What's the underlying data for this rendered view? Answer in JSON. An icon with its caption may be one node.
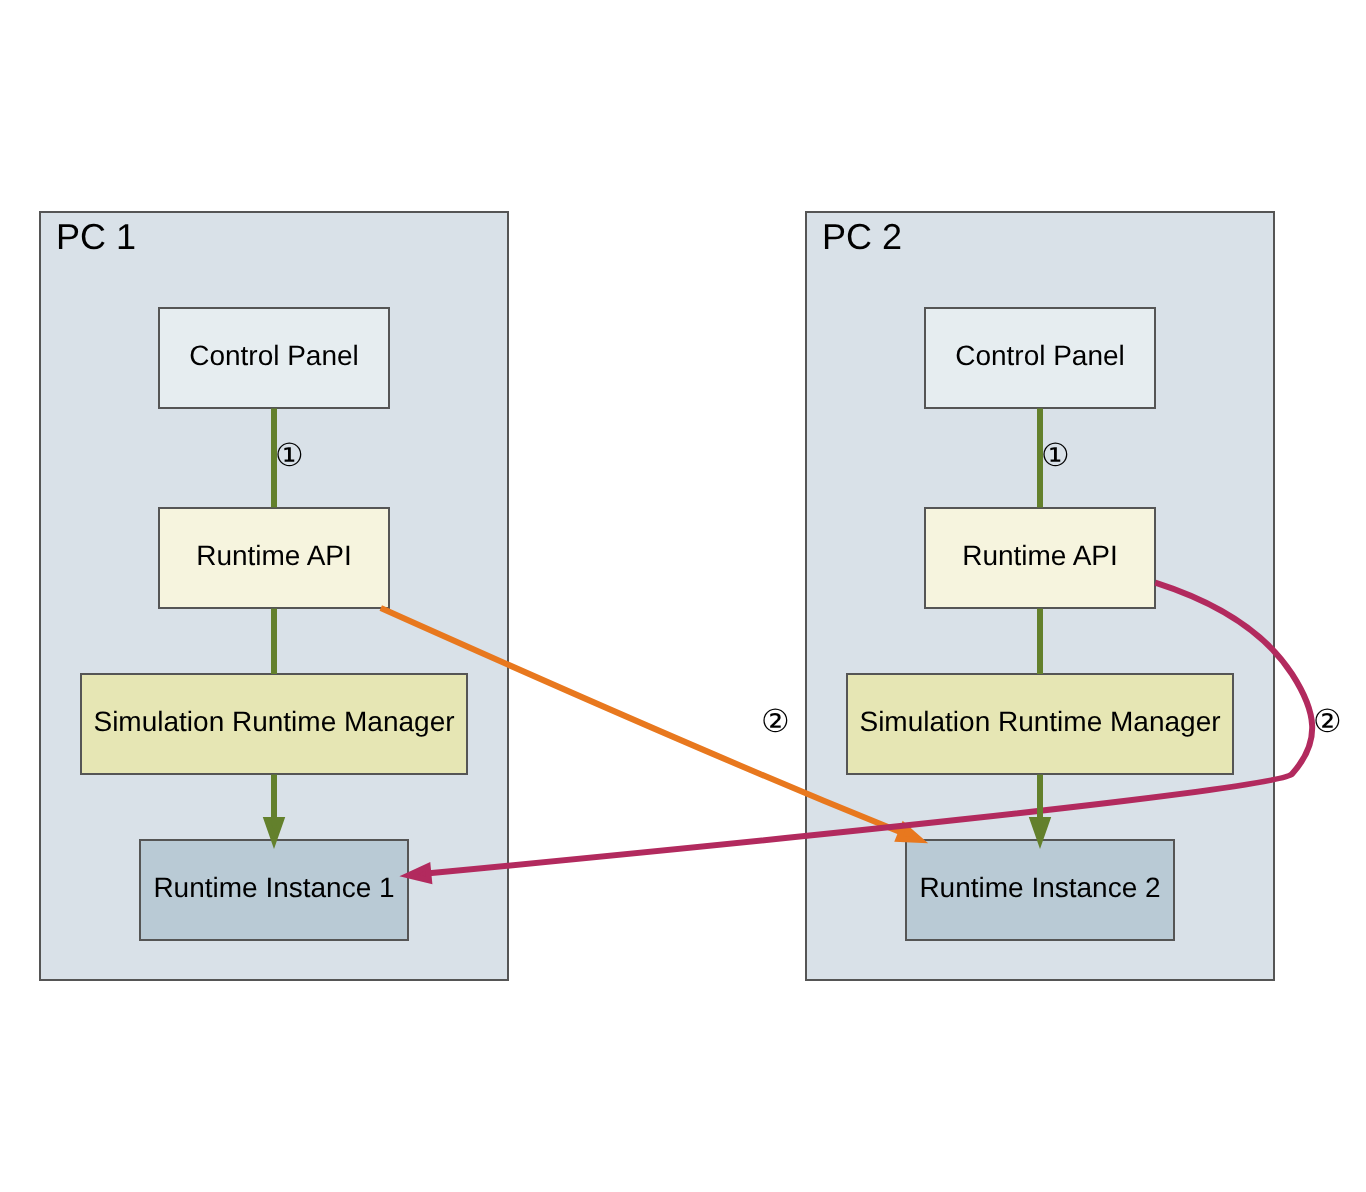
{
  "diagram": {
    "nodes": [
      {
        "text": [
          "PC 1"
        ]
      },
      {
        "text": [
          "Control Panel"
        ],
        "in": 0
      },
      {
        "text": [
          "Runtime API"
        ],
        "in": 0
      },
      {
        "text": [
          "Simulation Runtime Manager"
        ],
        "in": 0
      },
      {
        "text": [
          "Runtime Instance 1"
        ],
        "in": 0
      },
      {
        "text": [
          "PC 2"
        ]
      },
      {
        "text": [
          "Control Panel"
        ],
        "in": 5
      },
      {
        "text": [
          "Runtime API"
        ],
        "in": 5
      },
      {
        "text": [
          "Simulation Runtime Manager"
        ],
        "in": 5
      },
      {
        "text": [
          "Runtime Instance 2"
        ],
        "in": 5
      }
    ],
    "edges": [
      {
        "from": 1,
        "to": 2,
        "arrow": "none",
        "label": "①"
      },
      {
        "from": 2,
        "to": 3,
        "arrow": "none"
      },
      {
        "from": 3,
        "to": 4,
        "arrow": "to"
      },
      {
        "from": 2,
        "to": 9,
        "arrow": "to",
        "label": "②",
        "color": "#e8781e"
      },
      {
        "from": 7,
        "to": 4,
        "arrow": "to",
        "label": "②",
        "color": "#b22a5e"
      },
      {
        "from": 6,
        "to": 7,
        "arrow": "none",
        "label": "①"
      },
      {
        "from": 7,
        "to": 8,
        "arrow": "none"
      },
      {
        "from": 8,
        "to": 9,
        "arrow": "to"
      }
    ]
  }
}
